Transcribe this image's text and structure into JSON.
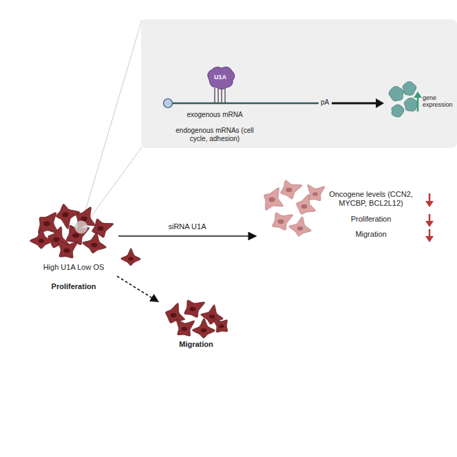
{
  "diagram": {
    "nodes": [
      {
        "text": [
          "exogenous mRNA",
          "endogenous mRNAs (cell cycle, adhesion)"
        ]
      },
      {
        "text": [
          "U1A"
        ],
        "in": 0
      },
      {
        "text": [
          "High U1A Low OS",
          "Proliferation"
        ]
      },
      {
        "text": [
          "Oncogene levels (CCN2, MYCBP, BCL2L12)",
          "Proliferation",
          "Migration"
        ]
      },
      {
        "text": [
          "Migration"
        ]
      }
    ],
    "edges": [
      {
        "from": 2,
        "to": 3,
        "arrow": "to",
        "label": "siRNA U1A"
      },
      {
        "from": 2,
        "to": 4,
        "arrow": "to"
      }
    ],
    "labels": [
      "pA",
      "gene expression"
    ]
  }
}
